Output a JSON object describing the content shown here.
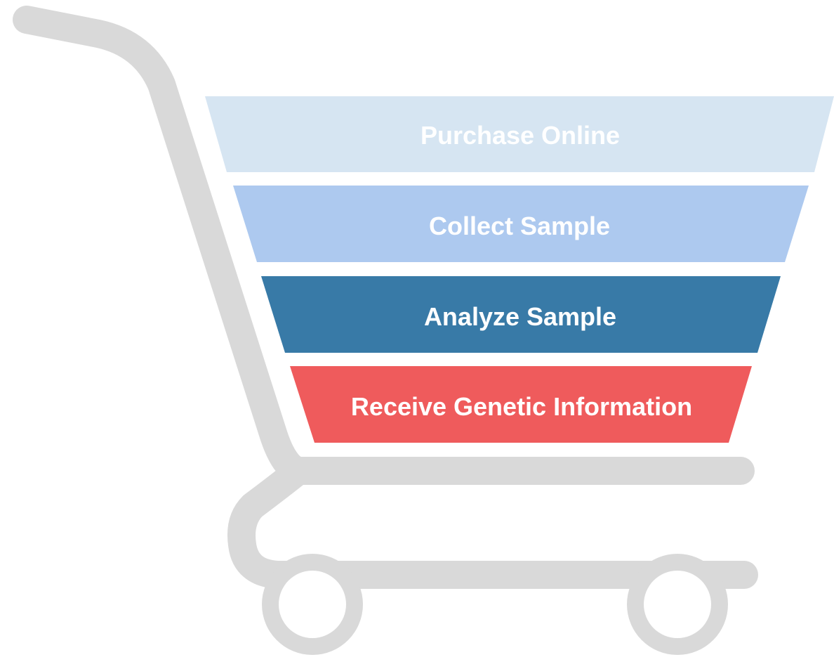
{
  "diagram": {
    "stages": [
      {
        "label": "Purchase Online",
        "color": "#d6e5f2"
      },
      {
        "label": "Collect Sample",
        "color": "#adc9ef"
      },
      {
        "label": "Analyze Sample",
        "color": "#387aa7"
      },
      {
        "label": "Receive Genetic Information",
        "color": "#ef5b5c"
      }
    ],
    "cart": {
      "icon": "shopping-cart-icon",
      "color": "#d9d9d9"
    }
  }
}
